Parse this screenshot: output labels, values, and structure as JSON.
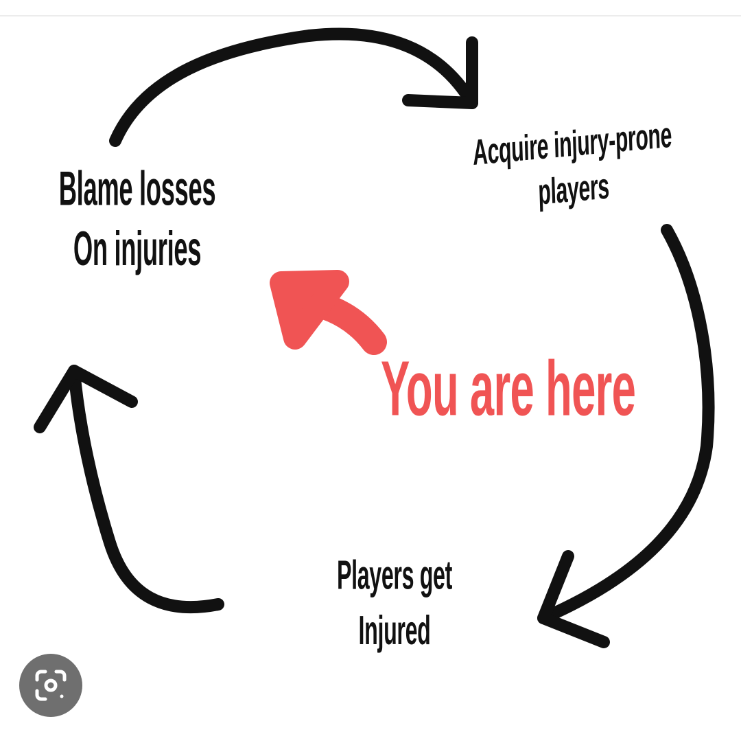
{
  "diagram": {
    "nodes": [
      {
        "id": "acquire",
        "lines": [
          "Acquire injury-prone",
          "players"
        ]
      },
      {
        "id": "blame",
        "lines": [
          "Blame losses",
          "On injuries"
        ]
      },
      {
        "id": "injured",
        "lines": [
          "Players get",
          "Injured"
        ]
      }
    ],
    "edges": [
      {
        "from": "blame",
        "to": "acquire"
      },
      {
        "from": "acquire",
        "to": "injured"
      },
      {
        "from": "injured",
        "to": "blame"
      }
    ],
    "annotation": {
      "text": "You are here",
      "points_to": "blame",
      "color": "#f05454"
    },
    "arrow_color": "#111111"
  },
  "overlay": {
    "lens_button_icon": "lens-search-icon"
  }
}
